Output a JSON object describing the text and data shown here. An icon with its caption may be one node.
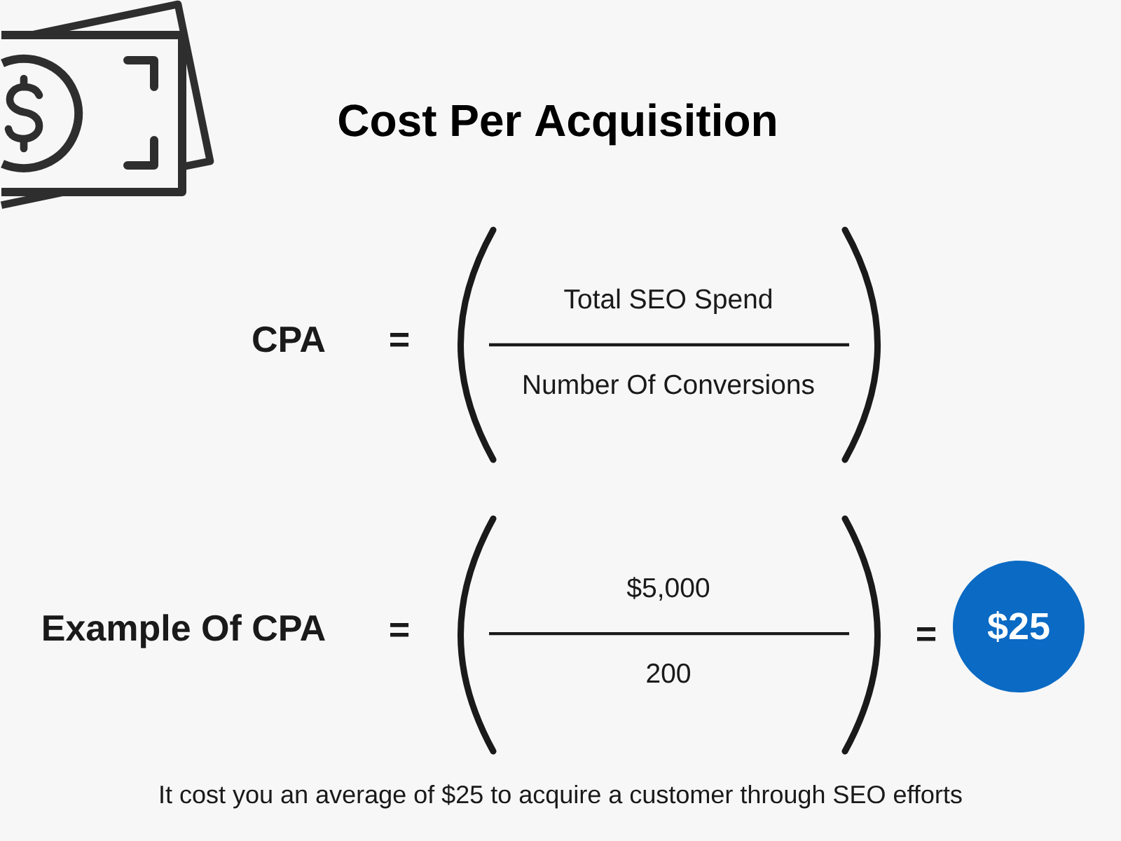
{
  "diagram": {
    "title": "Cost Per Acquisition",
    "caption": "It cost you an average of $25 to acquire a customer through SEO efforts",
    "nodes": [
      {
        "text": [
          "$25"
        ]
      }
    ],
    "labels": [
      "CPA",
      "=",
      "Total SEO Spend",
      "Number Of Conversions",
      "Example Of CPA",
      "=",
      "$5,000",
      "200",
      "="
    ]
  }
}
